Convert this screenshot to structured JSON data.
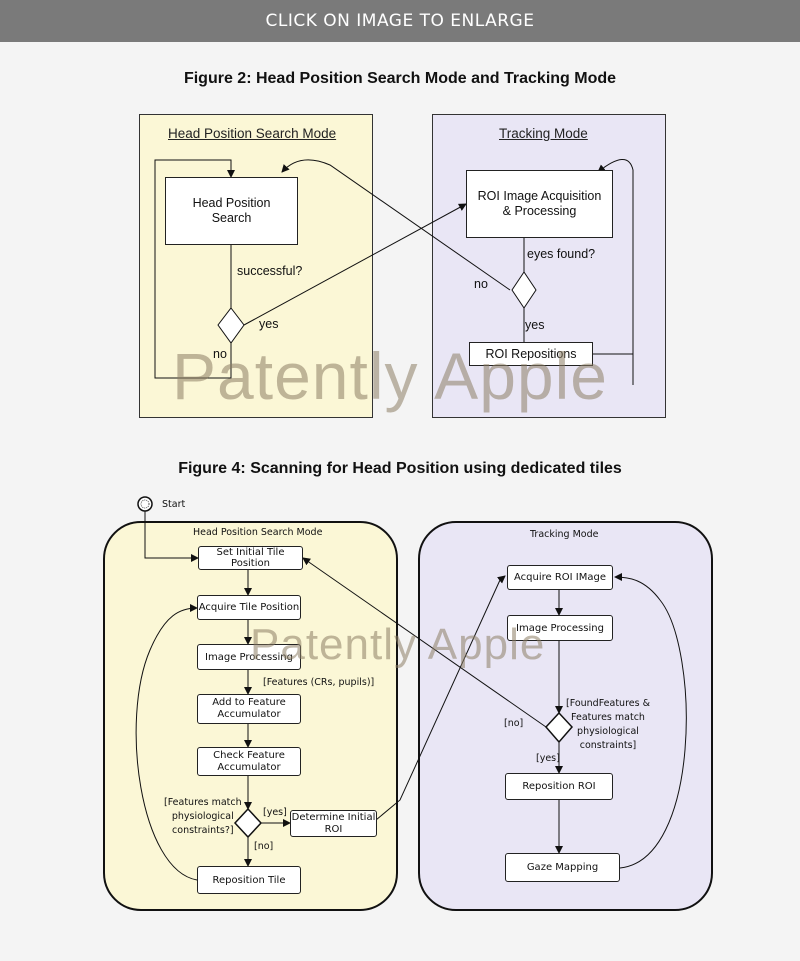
{
  "banner": {
    "text": "CLICK ON IMAGE TO ENLARGE"
  },
  "figure2": {
    "title": "Figure 2: Head Position Search Mode and Tracking Mode",
    "search_panel": {
      "title": "Head Position Search Mode",
      "box_label": "Head Position\nSearch",
      "question": "successful?",
      "yes": "yes",
      "no": "no"
    },
    "tracking_panel": {
      "title": "Tracking Mode",
      "box_label": "ROI Image Acquisition\n& Processing",
      "question": "eyes found?",
      "yes": "yes",
      "no": "no",
      "reposition": "ROI Repositions"
    },
    "colors": {
      "search_bg": "#fbf7d6",
      "tracking_bg": "#e9e6f5"
    }
  },
  "figure4": {
    "title": "Figure 4: Scanning for Head Position using dedicated tiles",
    "start_label": "Start",
    "search_panel": {
      "title": "Head Position Search Mode",
      "set_initial": "Set Initial Tile Position",
      "acquire_tile": "Acquire Tile Position",
      "image_processing": "Image Processing",
      "features_label": "[Features (CRs, pupils)]",
      "add_feature": "Add to Feature\nAccumulator",
      "check_feature": "Check Feature\nAccumulator",
      "condition": "[Features match\nphysiological\nconstraints?]",
      "yes": "[yes]",
      "no": "[no]",
      "determine_roi": "Determine Initial\nROI",
      "reposition_tile": "Reposition Tile"
    },
    "tracking_panel": {
      "title": "Tracking Mode",
      "acquire_roi": "Acquire ROI IMage",
      "image_processing": "Image Processing",
      "condition": "[FoundFeatures &\nFeatures match\nphysiological\nconstraints]",
      "no": "[no]",
      "yes": "[yes]",
      "reposition_roi": "Reposition ROI",
      "gaze_mapping": "Gaze Mapping"
    },
    "colors": {
      "search_bg": "#fbf7d6",
      "tracking_bg": "#e9e6f5"
    }
  },
  "watermark": {
    "text": "Patently Apple"
  }
}
